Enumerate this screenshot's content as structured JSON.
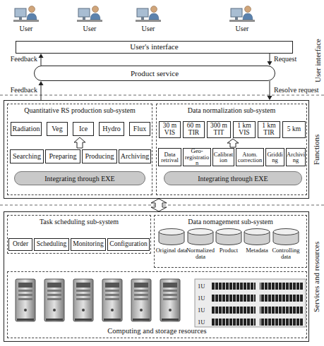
{
  "diagram": {
    "nodes": [
      {
        "text": [
          "User's interface"
        ]
      },
      {
        "text": [
          "Product service"
        ]
      },
      {
        "text": [
          "Functions"
        ]
      },
      {
        "text": [
          "Quantitative RS production sub-system"
        ],
        "in": 2
      },
      {
        "text": [
          "Radiation"
        ],
        "in": 3
      },
      {
        "text": [
          "Veg"
        ],
        "in": 3
      },
      {
        "text": [
          "Ice"
        ],
        "in": 3
      },
      {
        "text": [
          "Hydro"
        ],
        "in": 3
      },
      {
        "text": [
          "Flux"
        ],
        "in": 3
      },
      {
        "text": [
          "Searching"
        ],
        "in": 3
      },
      {
        "text": [
          "Preparing"
        ],
        "in": 3
      },
      {
        "text": [
          "Producing"
        ],
        "in": 3
      },
      {
        "text": [
          "Archiving"
        ],
        "in": 3
      },
      {
        "text": [
          "Integrating through EXE"
        ],
        "in": 3
      },
      {
        "text": [
          "Data normalization sub-system"
        ],
        "in": 2
      },
      {
        "text": [
          "30 m VIS"
        ],
        "in": 14
      },
      {
        "text": [
          "60 m TIR"
        ],
        "in": 14
      },
      {
        "text": [
          "300 m TIT"
        ],
        "in": 14
      },
      {
        "text": [
          "1 km VIS"
        ],
        "in": 14
      },
      {
        "text": [
          "1 km TIR"
        ],
        "in": 14
      },
      {
        "text": [
          "5 km"
        ],
        "in": 14
      },
      {
        "text": [
          "Data retrival"
        ],
        "in": 14
      },
      {
        "text": [
          "Geo-registration"
        ],
        "in": 14
      },
      {
        "text": [
          "Calibration"
        ],
        "in": 14
      },
      {
        "text": [
          "Atom. correction"
        ],
        "in": 14
      },
      {
        "text": [
          "Gridding"
        ],
        "in": 14
      },
      {
        "text": [
          "Archiving"
        ],
        "in": 14
      },
      {
        "text": [
          "Integrating through EXE"
        ],
        "in": 14
      },
      {
        "text": [
          "Services and resources"
        ]
      },
      {
        "text": [
          "Task scheduling sub-system"
        ],
        "in": 28
      },
      {
        "text": [
          "Order"
        ],
        "in": 29
      },
      {
        "text": [
          "Scheduling"
        ],
        "in": 29
      },
      {
        "text": [
          "Monitoring"
        ],
        "in": 29
      },
      {
        "text": [
          "Configuration"
        ],
        "in": 29
      },
      {
        "text": [
          "Data nomagement sub-system"
        ],
        "in": 28
      },
      {
        "text": [
          "Original data"
        ],
        "in": 34
      },
      {
        "text": [
          "Normalized data"
        ],
        "in": 34
      },
      {
        "text": [
          "Product"
        ],
        "in": 34
      },
      {
        "text": [
          "Metadata"
        ],
        "in": 34
      },
      {
        "text": [
          "Controlling data"
        ],
        "in": 34
      },
      {
        "text": [
          "Computing and storage resources"
        ],
        "in": 28
      }
    ],
    "edges": [
      {
        "from": 1,
        "to": 0,
        "arrow": "to",
        "label": "Feedback"
      },
      {
        "from": 0,
        "to": 1,
        "arrow": "to",
        "label": "Request"
      },
      {
        "from": 2,
        "to": 1,
        "arrow": "to",
        "label": "Feedback"
      },
      {
        "from": 1,
        "to": 2,
        "arrow": "to",
        "label": "Resolve request"
      },
      {
        "from": 2,
        "to": 28,
        "arrow": "both"
      }
    ],
    "labels": [
      "User",
      "User",
      "User",
      "User",
      "User interface",
      "1U",
      "1U",
      "1U",
      "1U"
    ]
  }
}
